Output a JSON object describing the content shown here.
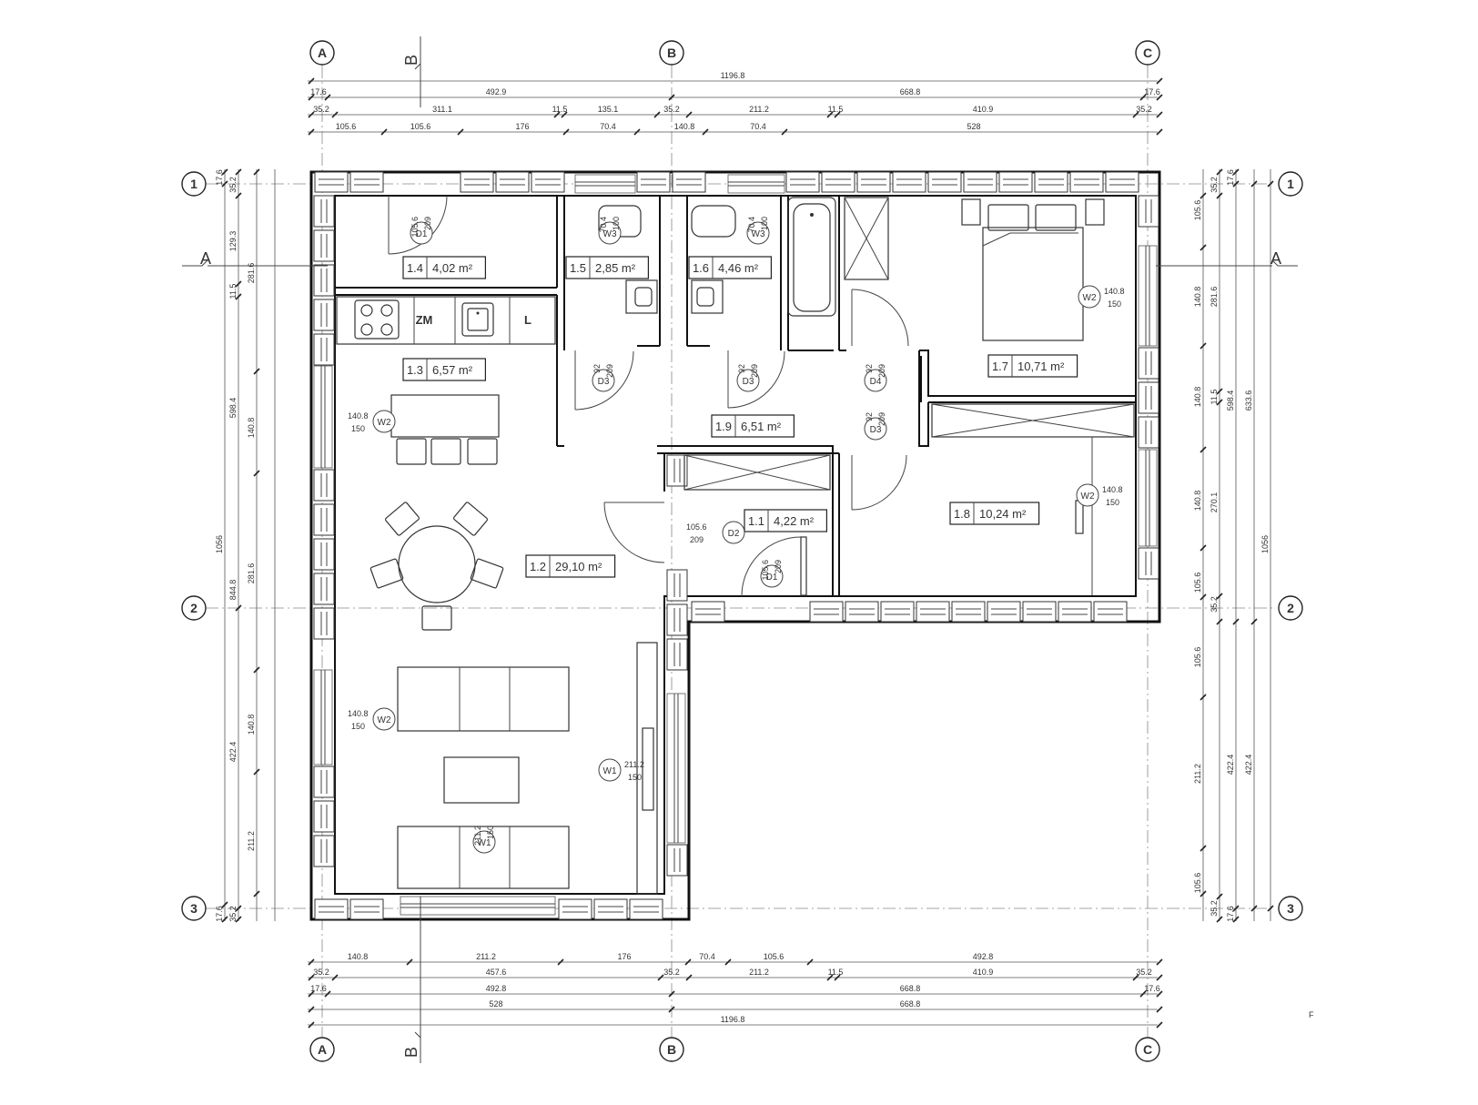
{
  "axes": {
    "columns": [
      "A",
      "B",
      "C"
    ],
    "rows": [
      "1",
      "2",
      "3"
    ],
    "sections": [
      "A",
      "B"
    ]
  },
  "rooms": [
    {
      "id": "1.1",
      "area": "4,22 m²"
    },
    {
      "id": "1.2",
      "area": "29,10 m²"
    },
    {
      "id": "1.3",
      "area": "6,57 m²"
    },
    {
      "id": "1.4",
      "area": "4,02 m²"
    },
    {
      "id": "1.5",
      "area": "2,85 m²"
    },
    {
      "id": "1.6",
      "area": "4,46 m²"
    },
    {
      "id": "1.7",
      "area": "10,71 m²"
    },
    {
      "id": "1.8",
      "area": "10,24 m²"
    },
    {
      "id": "1.9",
      "area": "6,51 m²"
    }
  ],
  "kitchen_labels": {
    "fridge": "ZM",
    "sink": "L"
  },
  "openings": [
    {
      "tag": "D1",
      "w": "105.6",
      "h": "209"
    },
    {
      "tag": "W3",
      "w": "70.4",
      "h": "100"
    },
    {
      "tag": "W3",
      "w": "70.4",
      "h": "100"
    },
    {
      "tag": "W2",
      "w": "140.8",
      "h": "150"
    },
    {
      "tag": "D3",
      "w": "92",
      "h": "209"
    },
    {
      "tag": "D3",
      "w": "92",
      "h": "209"
    },
    {
      "tag": "D4",
      "w": "92",
      "h": "209"
    },
    {
      "tag": "D3",
      "w": "92",
      "h": "209"
    },
    {
      "tag": "W2",
      "w": "140.8",
      "h": "150"
    },
    {
      "tag": "W2",
      "w": "140.8",
      "h": "150"
    },
    {
      "tag": "D2",
      "w": "105.6",
      "h": "209"
    },
    {
      "tag": "D1",
      "w": "105.6",
      "h": "209"
    },
    {
      "tag": "W2",
      "w": "140.8",
      "h": "150"
    },
    {
      "tag": "W1",
      "w": "211.2",
      "h": "150"
    },
    {
      "tag": "W1",
      "w": "211.2",
      "h": "150"
    }
  ],
  "dimensions": {
    "top": {
      "row1": [
        "1196.8"
      ],
      "row2": [
        "17.6",
        "492.9",
        "668.8",
        "17.6"
      ],
      "row3": [
        "35.2",
        "311.1",
        "11.5",
        "135.1",
        "35.2",
        "211.2",
        "11.5",
        "410.9",
        "35.2"
      ],
      "row4": [
        "105.6",
        "105.6",
        "176",
        "70.4",
        "140.8",
        "70.4",
        "528"
      ]
    },
    "bottom": {
      "row1": [
        "140.8",
        "211.2",
        "176",
        "70.4",
        "105.6",
        "492.8"
      ],
      "row2": [
        "35.2",
        "457.6",
        "35.2",
        "211.2",
        "11.5",
        "410.9",
        "35.2"
      ],
      "row3": [
        "17.6",
        "492.8",
        "668.8",
        "17.6"
      ],
      "row4": [
        "528",
        "668.8"
      ],
      "row5": [
        "1196.8"
      ]
    },
    "left": {
      "col1": [
        "17.6",
        "1056",
        "17.6"
      ],
      "col2": [
        "35.2",
        "129.3",
        "11.5",
        "598.4",
        "844.8",
        "422.4",
        "35.2"
      ],
      "col3": [
        "281.6",
        "140.8",
        "281.6",
        "140.8",
        "211.2"
      ]
    },
    "right": {
      "col1": [
        "105.6",
        "140.8",
        "140.8",
        "140.8",
        "105.6",
        "105.6",
        "211.2",
        "105.6"
      ],
      "col2": [
        "35.2",
        "281.6",
        "11.5",
        "270.1",
        "35.2",
        "35.2"
      ],
      "col3": [
        "17.6",
        "598.4",
        "422.4",
        "17.6"
      ],
      "col4": [
        "633.6",
        "422.4"
      ],
      "col5": [
        "1056"
      ]
    }
  },
  "corner_mark": "F"
}
